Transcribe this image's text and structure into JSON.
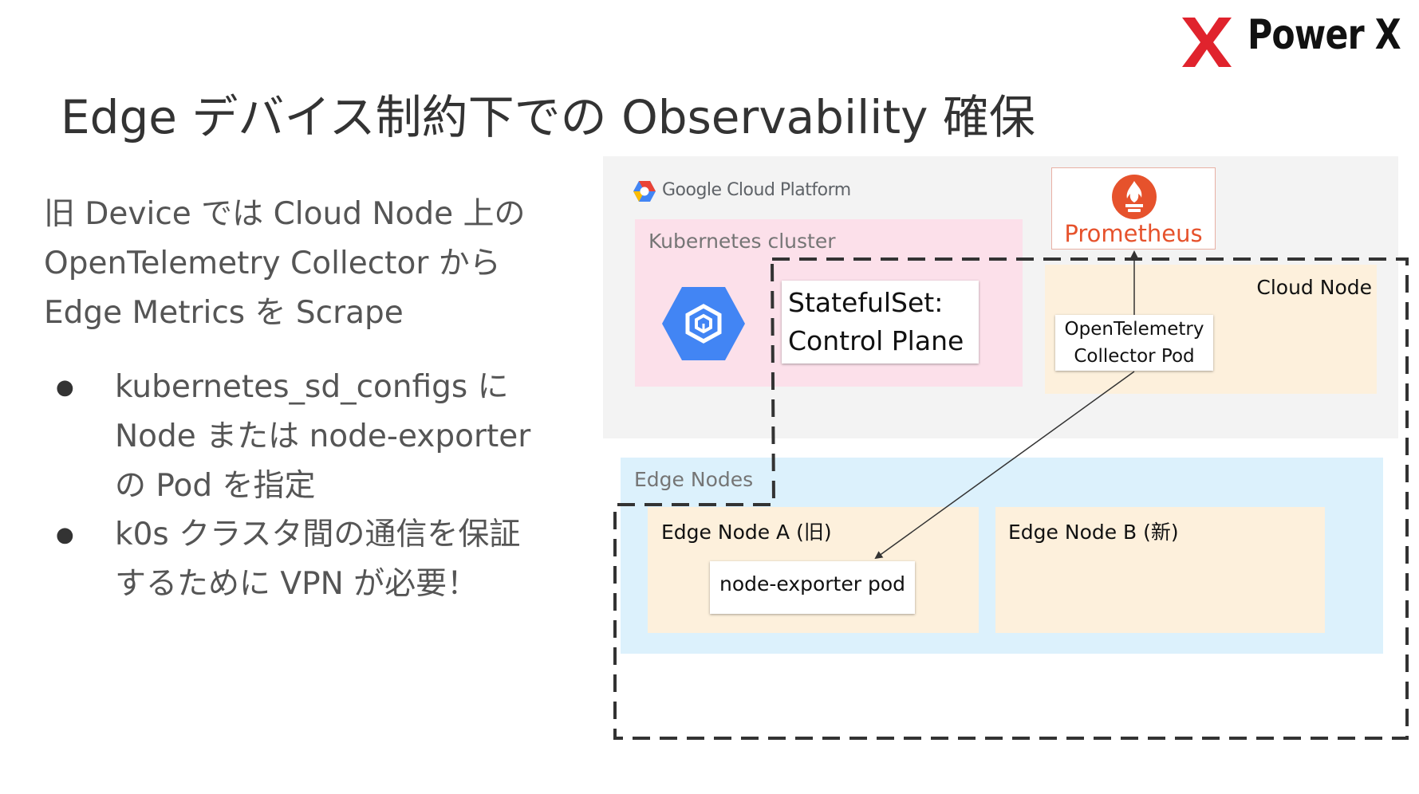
{
  "brand": {
    "name": "Power X",
    "accent_color": "#e0232d"
  },
  "slide": {
    "title": "Edge デバイス制約下での Observability 確保"
  },
  "content": {
    "intro_lines": [
      "旧 Device では Cloud Node 上の",
      "OpenTelemetry Collector から",
      "Edge Metrics を Scrape"
    ],
    "bullets": [
      {
        "marker": "●",
        "lines": [
          "kubernetes_sd_configs に",
          "Node または node-exporter",
          "の Pod を指定"
        ]
      },
      {
        "marker": "●",
        "lines": [
          "k0s クラスタ間の通信を保証",
          "するために VPN が必要！"
        ]
      }
    ]
  },
  "diagram": {
    "gcp": {
      "logo_text": "Google Cloud Platform",
      "icon": "gcp-hexagon-icon"
    },
    "kubernetes_cluster": {
      "label": "Kubernetes cluster",
      "icon": "kubernetes-engine-icon",
      "statefulset_lines": [
        "StatefulSet:",
        "Control Plane"
      ]
    },
    "prometheus": {
      "label": "Prometheus",
      "icon": "prometheus-flame-icon",
      "color": "#e6522c"
    },
    "cloud_node": {
      "label": "Cloud Node",
      "otel_lines": [
        "OpenTelemetry",
        "Collector Pod"
      ]
    },
    "edge_nodes": {
      "label": "Edge Nodes",
      "node_a": {
        "label": "Edge Node A (旧)",
        "pod_label": "node-exporter pod"
      },
      "node_b": {
        "label": "Edge Node B (新)"
      }
    },
    "colors": {
      "gcp_bg": "#f3f3f3",
      "k8s_bg": "#fce0ea",
      "node_bg": "#fdf0dc",
      "edge_bg": "#dcf1fc",
      "k8s_icon": "#4285f4",
      "dashed_border": "#333333"
    }
  }
}
